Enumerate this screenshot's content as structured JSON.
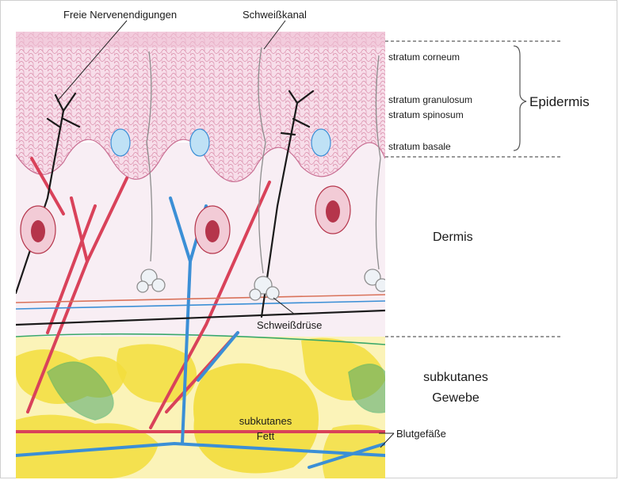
{
  "labels": {
    "free_nerve_endings": "Freie Nervenendigungen",
    "sweat_duct": "Schweißkanal",
    "sweat_gland": "Schweißdrüse",
    "subcutaneous_fat": [
      "subkutanes",
      "Fett"
    ],
    "blood_vessels": "Blutgefäße"
  },
  "layers": {
    "stratum_corneum": "stratum corneum",
    "stratum_granulosum": "stratum granulosum",
    "stratum_spinosum": "stratum spinosum",
    "stratum_basale": "stratum basale"
  },
  "regions": {
    "epidermis": "Epidermis",
    "dermis": "Dermis",
    "subcutis": [
      "subkutanes",
      "Gewebe"
    ]
  },
  "colors": {
    "epidermis_fill": "#f7dde9",
    "cell_stroke": "#d98aa8",
    "dermis_fill": "#f8eef4",
    "fat_fill": "#f2dd3c",
    "artery": "#d9425a",
    "vein": "#3b8fd6",
    "nerve": "#1a1a1a",
    "lymph": "#3aa86a",
    "follicle": "#b5354b"
  }
}
